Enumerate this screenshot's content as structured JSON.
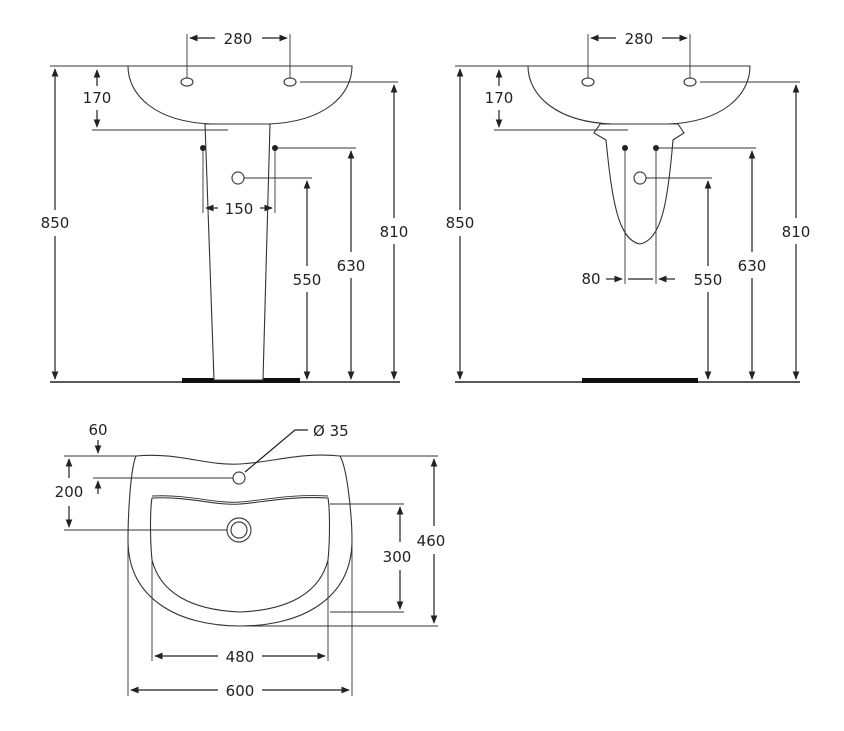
{
  "colors": {
    "line": "#222222",
    "fill": "#ffffff"
  },
  "pedestal_view": {
    "tap_spacing": "280",
    "tap_height": "170",
    "total_height": "850",
    "rim_height": "810",
    "supply_height": "630",
    "waste_height": "550",
    "supply_spacing": "150"
  },
  "semi_pedestal_view": {
    "tap_spacing": "280",
    "tap_height": "170",
    "total_height": "850",
    "rim_height": "810",
    "supply_height": "630",
    "waste_height": "550",
    "supply_spacing": "80"
  },
  "plan_view": {
    "tap_hole_offset": "60",
    "waste_offset": "200",
    "tap_hole_diameter": "Ø 35",
    "bowl_depth": "300",
    "overall_depth": "460",
    "bowl_width": "480",
    "overall_width": "600"
  }
}
